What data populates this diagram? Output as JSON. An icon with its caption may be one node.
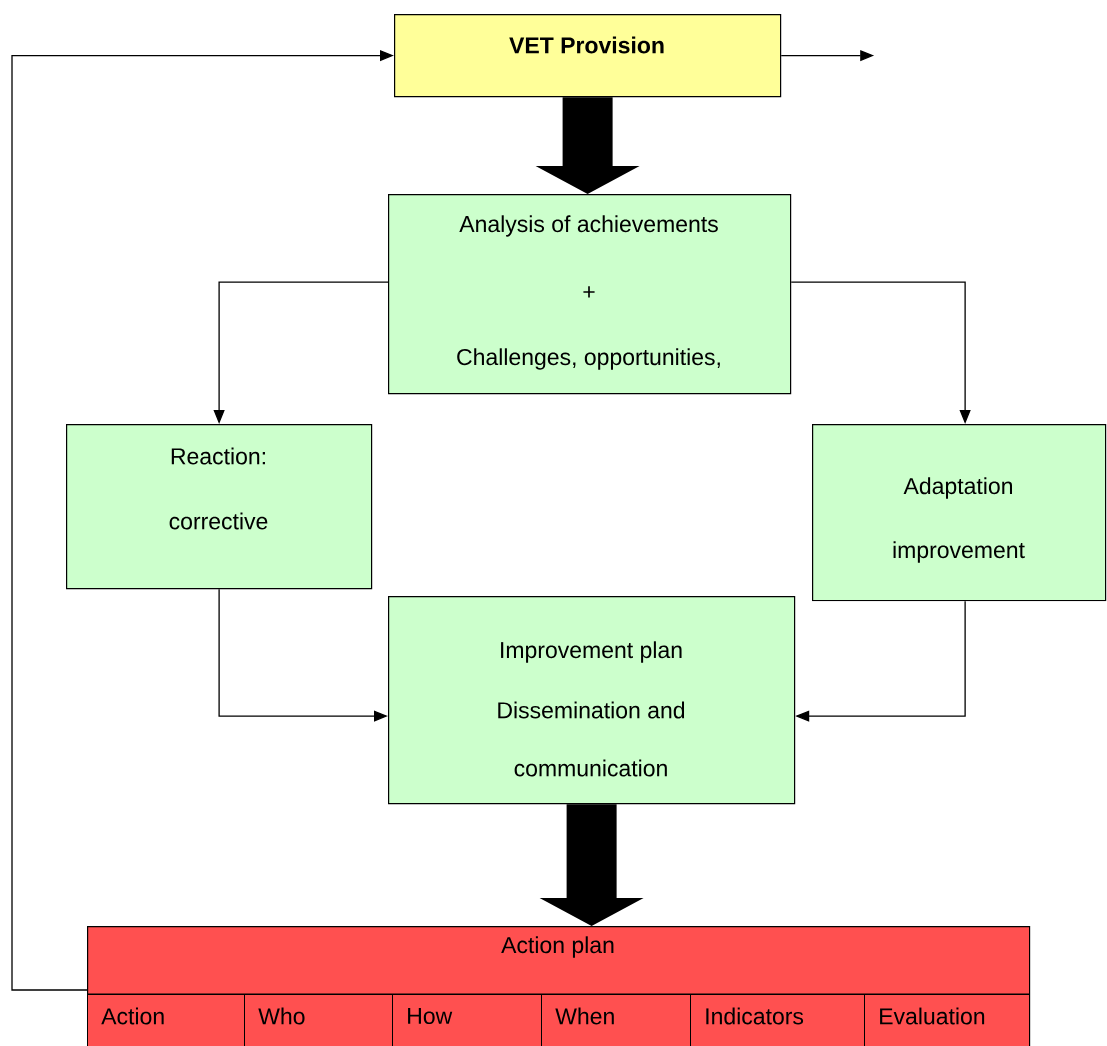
{
  "diagram": {
    "nodes": [
      {
        "text": [
          "VET Provision"
        ]
      },
      {
        "text": [
          "Analysis of achievements",
          "+",
          "Challenges, opportunities,"
        ]
      },
      {
        "text": [
          "Reaction:",
          "corrective"
        ]
      },
      {
        "text": [
          "Adaptation",
          "improvement"
        ]
      },
      {
        "text": [
          "Improvement plan",
          "Dissemination and",
          "communication"
        ]
      },
      {
        "text": [
          "Action plan"
        ]
      }
    ],
    "edges": [
      {
        "from": 0,
        "to": 1,
        "arrow": "to",
        "style": "thick"
      },
      {
        "from": 1,
        "to": 2,
        "arrow": "to"
      },
      {
        "from": 1,
        "to": 3,
        "arrow": "to"
      },
      {
        "from": 2,
        "to": 4,
        "arrow": "to"
      },
      {
        "from": 3,
        "to": 4,
        "arrow": "to"
      },
      {
        "from": 4,
        "to": 5,
        "arrow": "to",
        "style": "thick"
      },
      {
        "from": 5,
        "to": 0,
        "arrow": "to"
      },
      {
        "from": 0,
        "to": null,
        "arrow": "to"
      }
    ],
    "labels": [
      "Action",
      "Who",
      "How",
      "When",
      "Indicators",
      "Evaluation"
    ]
  }
}
